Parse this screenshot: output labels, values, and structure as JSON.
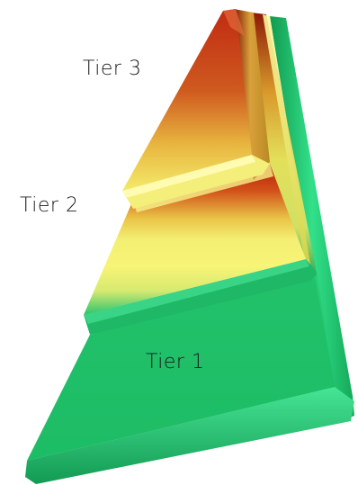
{
  "tiers": [
    {
      "label": "Tier 1",
      "color": "#1fbf6a"
    },
    {
      "label": "Tier 2",
      "color": "#f2ef6a"
    },
    {
      "label": "Tier 3",
      "color": "#c32a10"
    }
  ]
}
